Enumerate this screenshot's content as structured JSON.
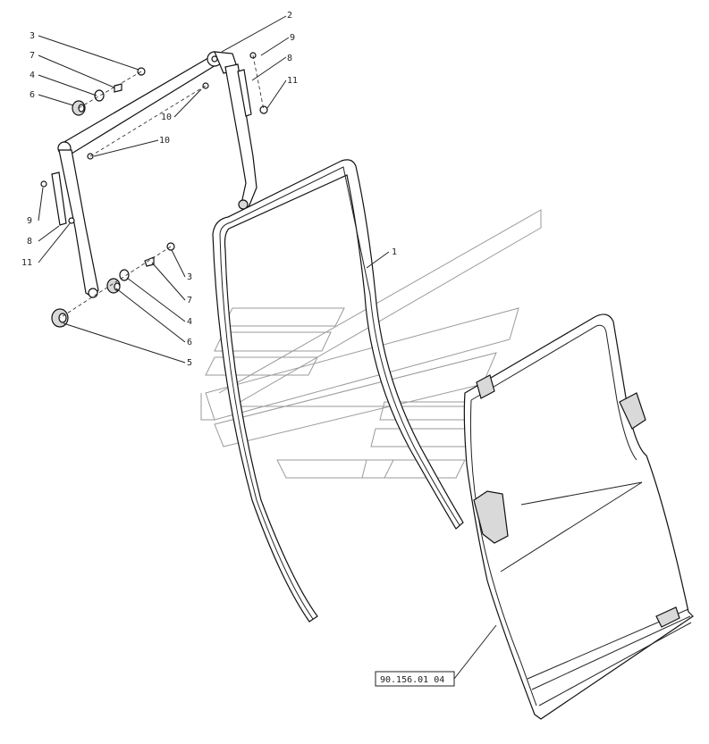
{
  "callouts": [
    {
      "id": "c-3a",
      "text": "3"
    },
    {
      "id": "c-2",
      "text": "2"
    },
    {
      "id": "c-9a",
      "text": "9"
    },
    {
      "id": "c-7a",
      "text": "7"
    },
    {
      "id": "c-8a",
      "text": "8"
    },
    {
      "id": "c-4a",
      "text": "4"
    },
    {
      "id": "c-11a",
      "text": "11"
    },
    {
      "id": "c-6a",
      "text": "6"
    },
    {
      "id": "c-10a",
      "text": "10"
    },
    {
      "id": "c-10b",
      "text": "10"
    },
    {
      "id": "c-9b",
      "text": "9"
    },
    {
      "id": "c-8b",
      "text": "8"
    },
    {
      "id": "c-11b",
      "text": "11"
    },
    {
      "id": "c-1",
      "text": "1"
    },
    {
      "id": "c-3b",
      "text": "3"
    },
    {
      "id": "c-7b",
      "text": "7"
    },
    {
      "id": "c-4b",
      "text": "4"
    },
    {
      "id": "c-6b",
      "text": "6"
    },
    {
      "id": "c-5",
      "text": "5"
    }
  ],
  "reference_box": {
    "text": "90.156.01 04"
  },
  "colors": {
    "line": "#222222",
    "watermark": "#9a9a9a",
    "background": "#ffffff"
  }
}
